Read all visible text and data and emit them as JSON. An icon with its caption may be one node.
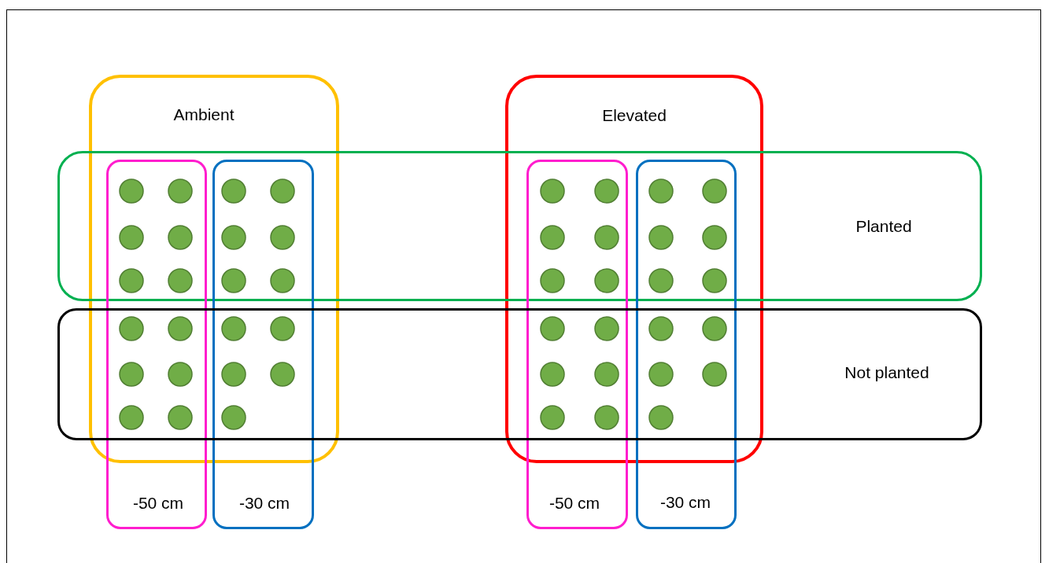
{
  "diagram": {
    "nodes": [
      {
        "text": [
          "Ambient"
        ]
      },
      {
        "text": [
          "Elevated"
        ]
      },
      {
        "text": [
          "Planted"
        ]
      },
      {
        "text": [
          "-50 cm"
        ]
      },
      {
        "text": [
          "-30 cm"
        ]
      },
      {
        "text": [
          "-50 cm"
        ]
      },
      {
        "text": [
          "-30 cm"
        ]
      },
      {
        "text": [
          "Not planted"
        ]
      }
    ],
    "edges": []
  }
}
